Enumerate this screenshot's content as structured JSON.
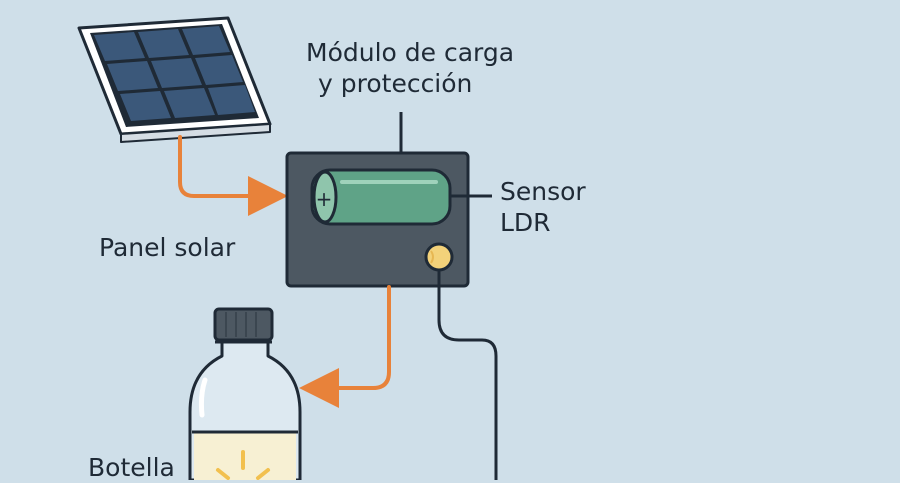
{
  "labels": {
    "module": [
      "Módulo de carga",
      "y protección"
    ],
    "sensor": [
      "Sensor",
      "LDR"
    ],
    "panel": "Panel solar",
    "bottle": "Botella"
  },
  "icons": {
    "panel": "solar-panel-icon",
    "module": "charge-module-box",
    "battery": "battery-icon",
    "sensor": "ldr-sensor-icon",
    "bottle": "plastic-bottle-icon",
    "light": "light-bulb-glow-icon"
  },
  "colors": {
    "background": "#cfdfe9",
    "arrow": "#e8823a",
    "wire": "#1f2a36",
    "box": "#4d5862",
    "battery": "#5fa387",
    "sensor": "#f3d27a",
    "panel_cells": "#3b587a"
  }
}
